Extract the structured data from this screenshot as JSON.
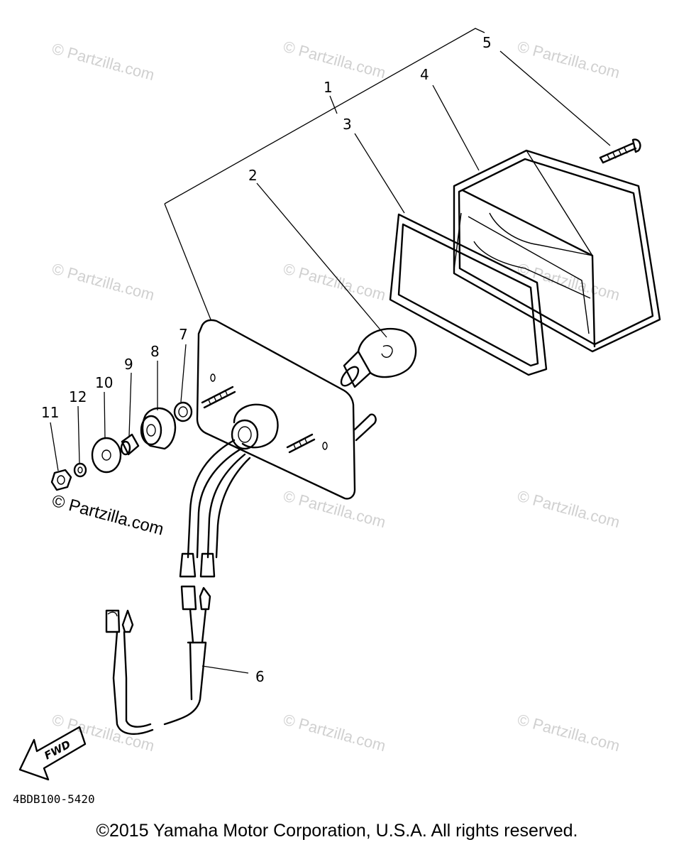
{
  "diagram": {
    "callouts": [
      {
        "id": "1",
        "text": "1"
      },
      {
        "id": "2",
        "text": "2"
      },
      {
        "id": "3",
        "text": "3"
      },
      {
        "id": "4",
        "text": "4"
      },
      {
        "id": "5",
        "text": "5"
      },
      {
        "id": "6",
        "text": "6"
      },
      {
        "id": "7",
        "text": "7"
      },
      {
        "id": "8",
        "text": "8"
      },
      {
        "id": "9",
        "text": "9"
      },
      {
        "id": "10",
        "text": "10"
      },
      {
        "id": "11",
        "text": "11"
      },
      {
        "id": "12",
        "text": "12"
      }
    ],
    "direction_arrow": "FWD",
    "drawing_code": "4BDB100-5420",
    "watermark": "© Partzilla.com"
  },
  "footer": {
    "copyright": "©2015 Yamaha Motor Corporation, U.S.A. All rights reserved."
  }
}
